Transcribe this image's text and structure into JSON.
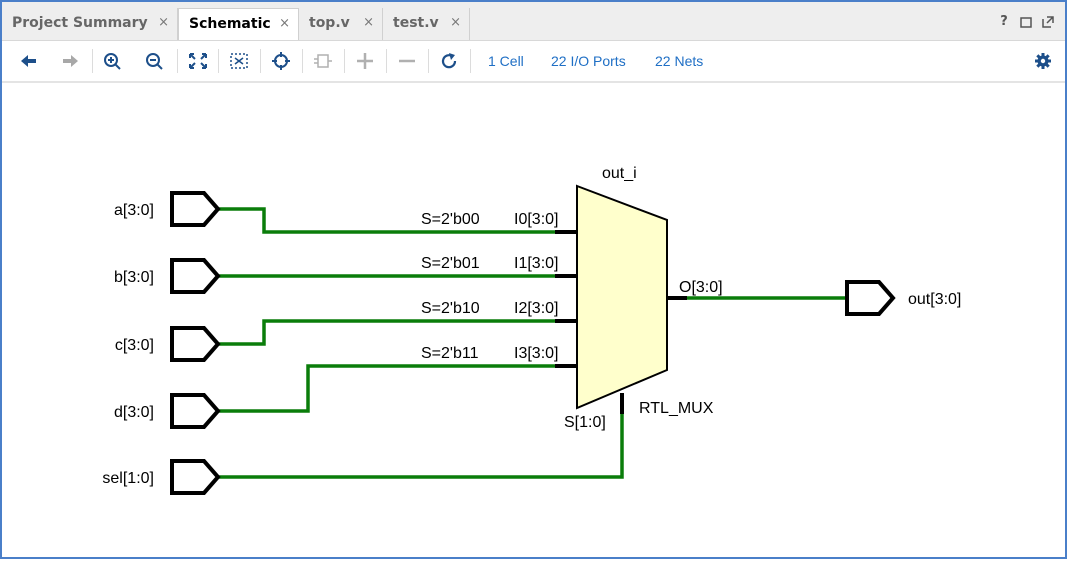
{
  "tabs": [
    {
      "label": "Project Summary",
      "active": false
    },
    {
      "label": "Schematic",
      "active": true
    },
    {
      "label": "top.v",
      "active": false
    },
    {
      "label": "test.v",
      "active": false
    }
  ],
  "tab_close_glyph": "×",
  "window_controls": [
    "?",
    "restore-icon",
    "float-icon"
  ],
  "toolbar": {
    "buttons": [
      "back-icon",
      "forward-icon",
      "zoom-in-icon",
      "zoom-out-icon",
      "zoom-fit-icon",
      "zoom-area-icon",
      "select-target-icon",
      "cell-icon",
      "expand-icon",
      "collapse-icon",
      "refresh-icon",
      "settings-icon"
    ],
    "cells_label": "1 Cell",
    "ports_label": "22 I/O Ports",
    "nets_label": "22 Nets"
  },
  "schematic": {
    "inputs": [
      "a[3:0]",
      "b[3:0]",
      "c[3:0]",
      "d[3:0]",
      "sel[1:0]"
    ],
    "output": "out[3:0]",
    "mux": {
      "instance": "out_i",
      "type": "RTL_MUX",
      "input_pins": [
        "I0[3:0]",
        "I1[3:0]",
        "I2[3:0]",
        "I3[3:0]"
      ],
      "select_values": [
        "S=2'b00",
        "S=2'b01",
        "S=2'b10",
        "S=2'b11"
      ],
      "select_pin": "S[1:0]",
      "output_pin": "O[3:0]"
    },
    "colors": {
      "net": "#0a7d0a",
      "mux_fill": "#ffffcc",
      "pin": "#000000",
      "accent": "#1f6fc5"
    }
  }
}
